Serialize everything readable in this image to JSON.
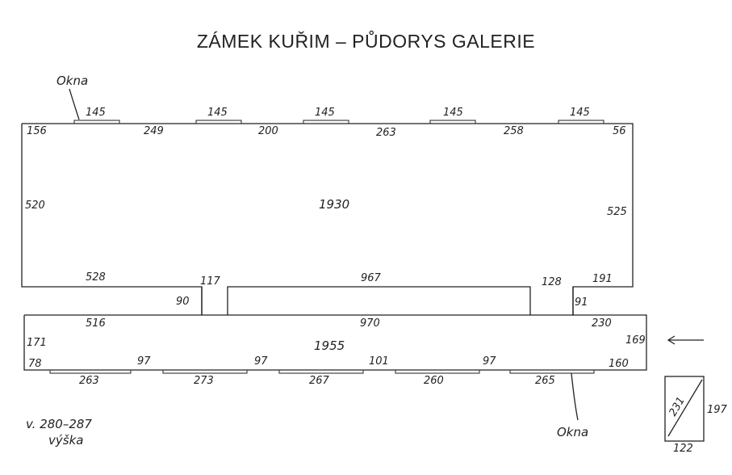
{
  "title": "ZÁMEK KUŘIM – PŮDORYS GALERIE",
  "labels": {
    "okna_top": "Okna",
    "okna_bottom": "Okna",
    "height_line1": "v. 280–287",
    "height_line2": "výška"
  },
  "top_room": {
    "windows": [
      "145",
      "145",
      "145",
      "145",
      "145"
    ],
    "wall_segments": [
      "156",
      "249",
      "200",
      "263",
      "258",
      "56"
    ],
    "left": "520",
    "right": "525",
    "center": "1930",
    "bottom_left": "528",
    "bottom_mid": "967",
    "bottom_right": "191",
    "passage_left": "117",
    "passage_right": "128"
  },
  "bottom_room": {
    "left_block": "90",
    "right_block": "91",
    "top_left": "516",
    "top_mid": "970",
    "top_right": "230",
    "center": "1955",
    "left": "171",
    "right": "169",
    "corner_left": "78",
    "corner_right": "160",
    "wall_segments": [
      "97",
      "97",
      "101",
      "97"
    ],
    "windows": [
      "263",
      "273",
      "267",
      "260",
      "265"
    ]
  },
  "detail": {
    "diagonal": "231",
    "height": "197",
    "width": "122"
  }
}
